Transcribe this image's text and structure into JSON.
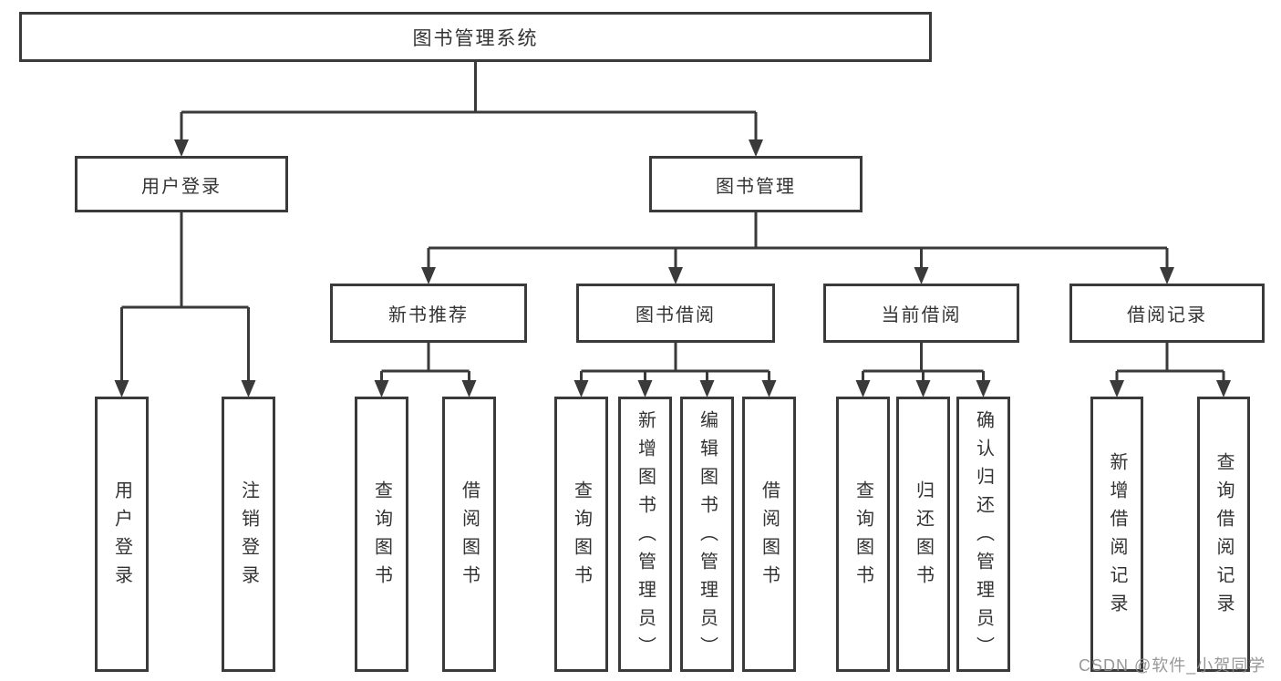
{
  "diagram_type": "hierarchy-tree",
  "colors": {
    "line": "#3a3a3a",
    "border": "#3a3a3a",
    "text": "#333333",
    "background": "#ffffff",
    "watermark": "#8c8c8c"
  },
  "tree": {
    "label": "图书管理系统",
    "children": [
      {
        "label": "用户登录",
        "children": [
          {
            "label": "用户登录"
          },
          {
            "label": "注销登录"
          }
        ]
      },
      {
        "label": "图书管理",
        "children": [
          {
            "label": "新书推荐",
            "children": [
              {
                "label": "查询图书"
              },
              {
                "label": "借阅图书"
              }
            ]
          },
          {
            "label": "图书借阅",
            "children": [
              {
                "label": "查询图书"
              },
              {
                "label": "新增图书（管理员）"
              },
              {
                "label": "编辑图书（管理员）"
              },
              {
                "label": "借阅图书"
              }
            ]
          },
          {
            "label": "当前借阅",
            "children": [
              {
                "label": "查询图书"
              },
              {
                "label": "归还图书"
              },
              {
                "label": "确认归还（管理员）"
              }
            ]
          },
          {
            "label": "借阅记录",
            "children": [
              {
                "label": "新增借阅记录"
              },
              {
                "label": "查询借阅记录"
              }
            ]
          }
        ]
      }
    ]
  },
  "watermark": {
    "text": "CSDN @软件_小贺同学"
  }
}
